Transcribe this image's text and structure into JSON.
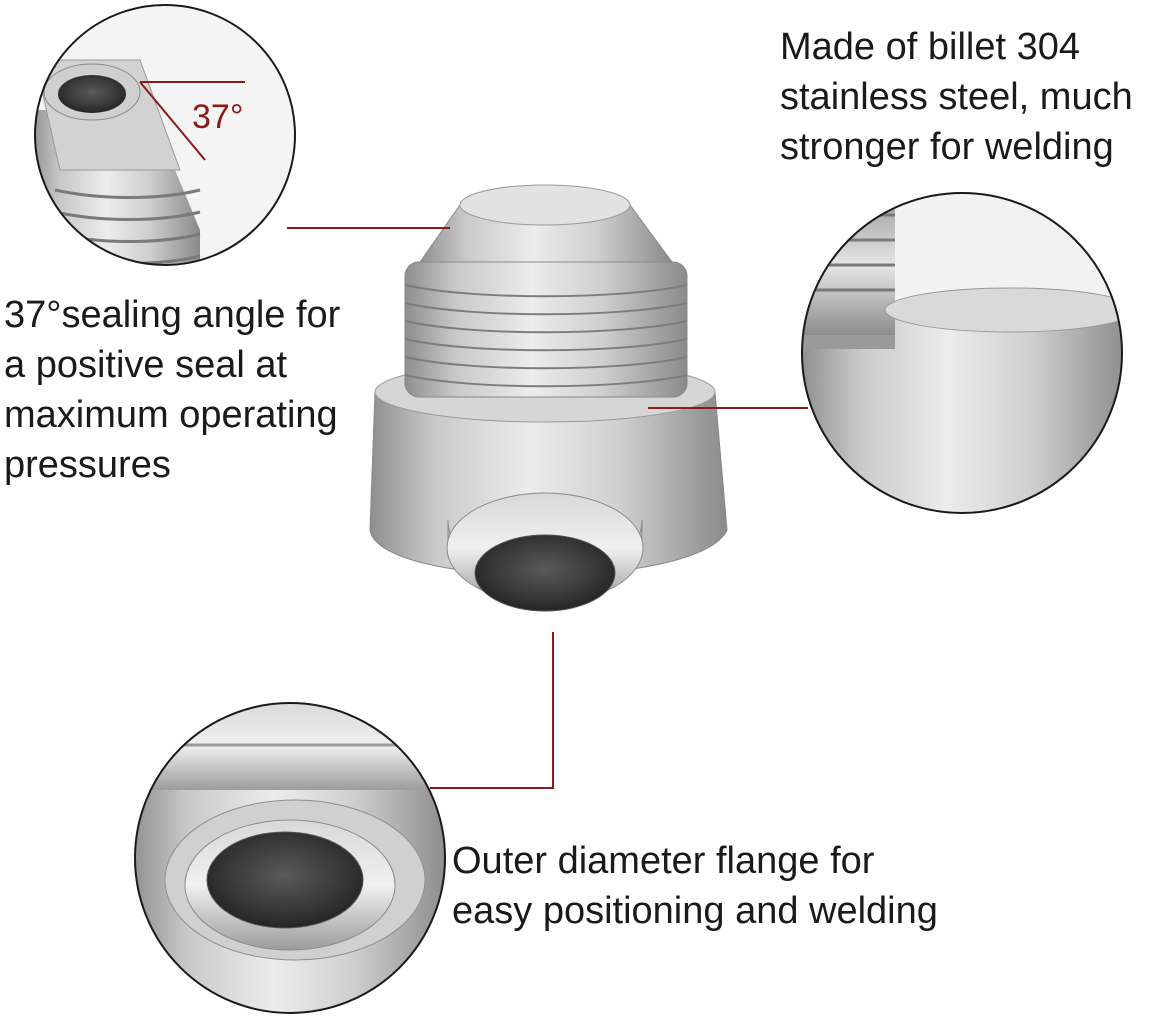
{
  "colors": {
    "accent": "#8b1a1a",
    "text": "#1a1a1a",
    "background": "#ffffff",
    "steel_light": "#e4e4e4",
    "steel_mid": "#b8b8b8",
    "steel_dark": "#7a7a7a",
    "bore_dark": "#3a3a3a"
  },
  "callouts": {
    "angle": {
      "degree_label": "37°",
      "lines": [
        "37°sealing angle for",
        "a positive seal at",
        "maximum operating",
        "pressures"
      ]
    },
    "material": {
      "lines": [
        "Made of billet 304",
        "stainless steel, much",
        "stronger for welding"
      ]
    },
    "flange": {
      "lines": [
        "Outer diameter flange for",
        "easy positioning and welding"
      ]
    }
  }
}
